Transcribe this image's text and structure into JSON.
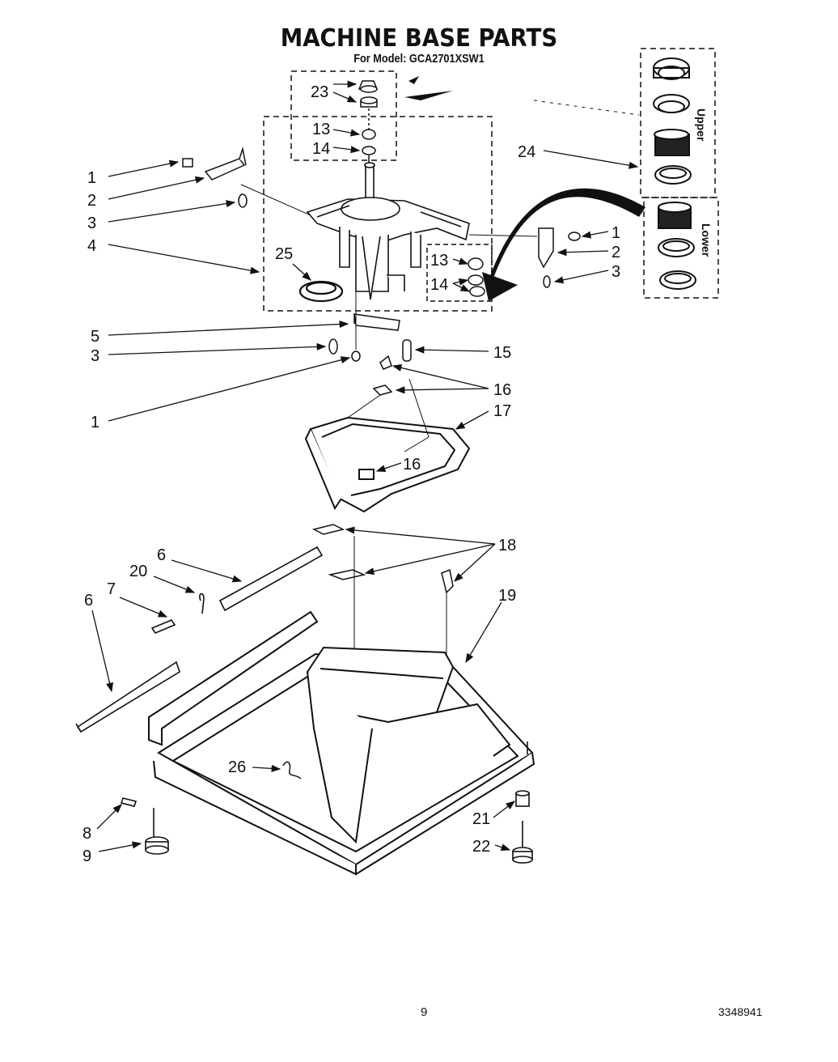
{
  "title": "MACHINE BASE PARTS",
  "subtitle": "For Model: GCA2701XSW1",
  "bearing_groups": {
    "upper": "Upper",
    "lower": "Lower"
  },
  "callouts": {
    "c23": "23",
    "c13a": "13",
    "c14a": "14",
    "c1a": "1",
    "c2a": "2",
    "c3a": "3",
    "c4": "4",
    "c25": "25",
    "c24": "24",
    "c1b": "1",
    "c2b": "2",
    "c3b": "3",
    "c13b": "13",
    "c14b": "14",
    "c5": "5",
    "c3c": "3",
    "c15": "15",
    "c16a": "16",
    "c1c": "1",
    "c17": "17",
    "c16b": "16",
    "c6a": "6",
    "c20": "20",
    "c7": "7",
    "c6b": "6",
    "c18": "18",
    "c19": "19",
    "c26": "26",
    "c8": "8",
    "c9": "9",
    "c21": "21",
    "c22": "22"
  },
  "footer": {
    "page_number": "9",
    "part_number": "3348941"
  }
}
